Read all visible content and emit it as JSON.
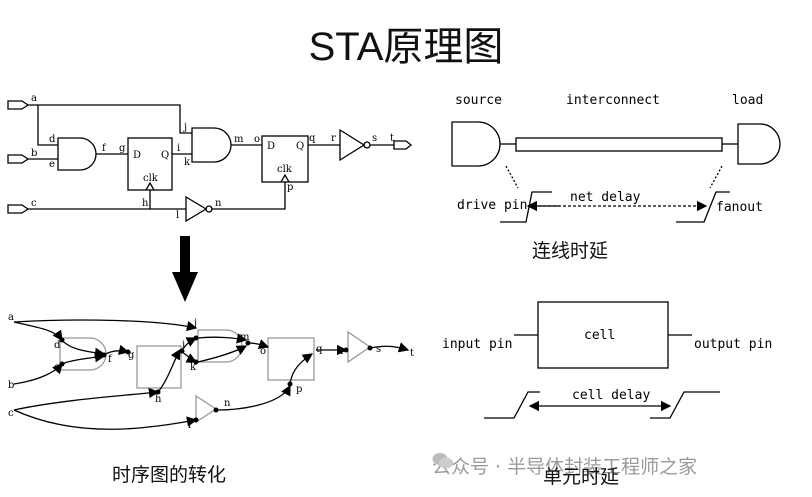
{
  "title": "STA原理图",
  "captions": {
    "interconnect_delay": "连线时延",
    "timing_graph": "时序图的转化",
    "cell_delay": "单元时延"
  },
  "watermark": "公众号 · 半导体封装工程师之家",
  "schematic": {
    "nodes": [
      "a",
      "b",
      "c",
      "d",
      "e",
      "f",
      "g",
      "h",
      "i",
      "j",
      "k",
      "l",
      "m",
      "n",
      "o",
      "p",
      "q",
      "r",
      "s",
      "t"
    ],
    "ff_labels": {
      "d": "D",
      "q": "Q",
      "clk": "clk"
    }
  },
  "wire_delay": {
    "source": "source",
    "interconnect": "interconnect",
    "load": "load",
    "drive_pin": "drive pin",
    "net_delay": "net delay",
    "fanout": "fanout"
  },
  "cell_diagram": {
    "cell": "cell",
    "input_pin": "input pin",
    "output_pin": "output pin",
    "cell_delay": "cell delay"
  }
}
